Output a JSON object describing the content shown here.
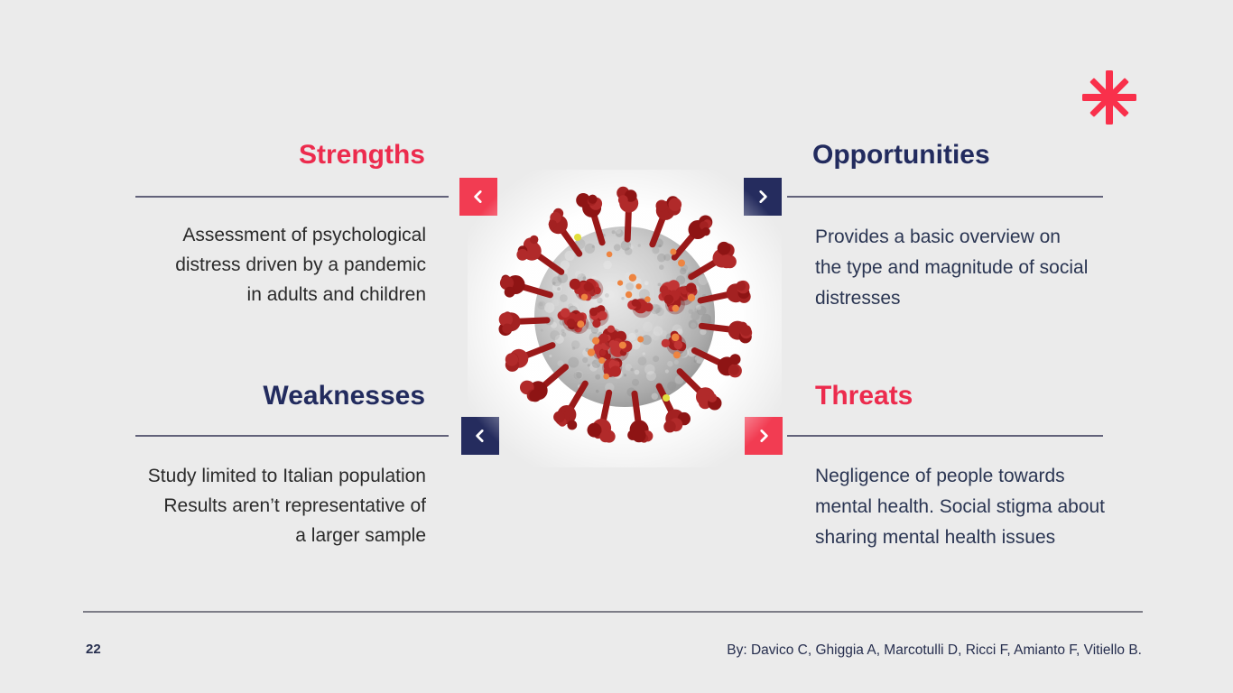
{
  "slide": {
    "page_number": "22",
    "attribution": "By: Davico C, Ghiggia A, Marcotulli D, Ricci F, Amianto F, Vitiello B."
  },
  "quadrants": {
    "strengths": {
      "title": "Strengths",
      "lines": [
        "Assessment of psychological",
        "distress driven by a pandemic",
        "in adults and children"
      ]
    },
    "opportunities": {
      "title": "Opportunities",
      "lines": [
        "Provides a basic overview on",
        "the type and magnitude of social",
        "distresses"
      ]
    },
    "weaknesses": {
      "title": "Weaknesses",
      "lines": [
        "Study limited to Italian population",
        "Results aren’t representative of",
        "a larger sample"
      ]
    },
    "threats": {
      "title": "Threats",
      "lines": [
        "Negligence of people towards",
        "mental health. Social stigma about",
        "sharing mental health issues"
      ]
    }
  },
  "icons": {
    "logo": "asterisk-icon",
    "prev": "chevron-left-icon",
    "next": "chevron-right-icon",
    "center_image": "coronavirus-3d-illustration"
  },
  "colors": {
    "background": "#EBEBEB",
    "accent_red": "#F23C52",
    "accent_navy": "#252C5E",
    "title_red": "#EC2B4D",
    "title_navy": "#222B5E",
    "divider_line": "#62627A",
    "footer_line": "#7D7D87",
    "body_dark": "#2A2A2A",
    "body_navy": "#2A3552",
    "footer_navy": "#262E4E",
    "virus_spike_red": "#A32121",
    "virus_body_gray": "#BEBEBE",
    "virus_dot_orange": "#EE8440",
    "virus_dot_yellow": "#E2DF3E"
  }
}
